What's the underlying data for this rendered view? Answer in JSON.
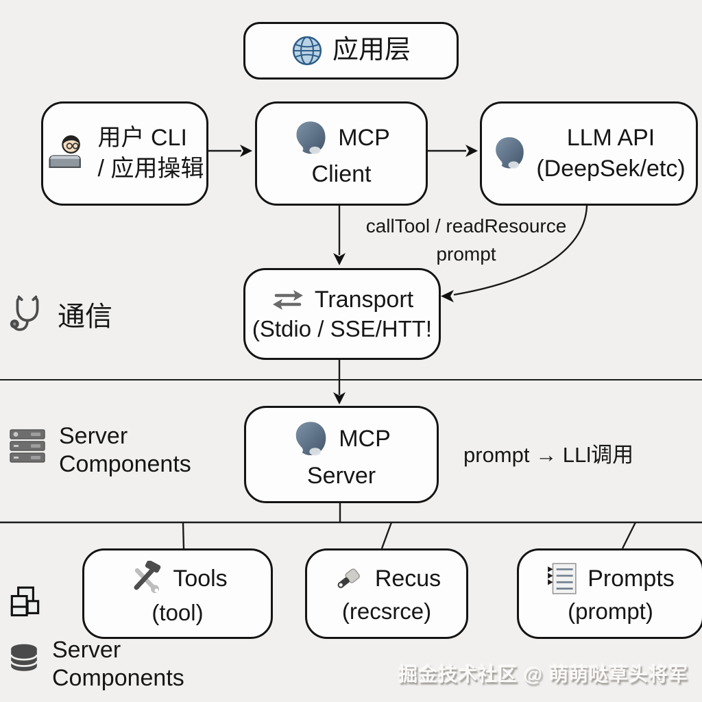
{
  "page": {
    "background": "#f1f0ee",
    "line_color": "#1a1a1a",
    "box_background": "#fdfdfd",
    "box_border": "#141414"
  },
  "nodes": {
    "app_layer": {
      "icon": "globe-icon",
      "label": "应用层"
    },
    "user_cli": {
      "icon": "technologist-icon",
      "line1": "用户 CLI",
      "line2": "/ 应用操辑"
    },
    "mcp_client": {
      "icon": "head-silhouette-icon",
      "line1": "MCP",
      "line2": "Client"
    },
    "llm_api": {
      "icon": "head-silhouette-icon",
      "line1": "LLM API",
      "line2": "(DeepSek/etc)"
    },
    "transport": {
      "icon": "swap-arrows-icon",
      "line1": "Transport",
      "line2": "(Stdio / SSE/HTT!"
    },
    "mcp_server": {
      "icon": "head-silhouette-icon",
      "line1": "MCP",
      "line2": "Server"
    },
    "tools": {
      "icon": "hammer-wrench-icon",
      "line1": "Tools",
      "line2": "(tool)"
    },
    "resources": {
      "icon": "flashlight-icon",
      "line1": "Recus",
      "line2": "(recsrce)"
    },
    "prompts": {
      "icon": "list-icon",
      "line1": "Prompts",
      "line2": "(prompt)"
    }
  },
  "labels": {
    "communication": {
      "icon": "stethoscope-icon",
      "text": "通信"
    },
    "server_components_mid": {
      "icon": "server-rack-icon",
      "line1": "Server",
      "line2": "Components"
    },
    "edge_call": {
      "line1": "callTool / readResource",
      "line2": "prompt"
    },
    "prompt_to_llm": "prompt → LLl调用",
    "server_components_bottom": {
      "icon_pages": "page-stack-icon",
      "icon_db": "database-icon",
      "line1": "Server",
      "line2": "Components"
    },
    "watermark": "掘金技术社区 @ 萌萌哒草头将军"
  }
}
